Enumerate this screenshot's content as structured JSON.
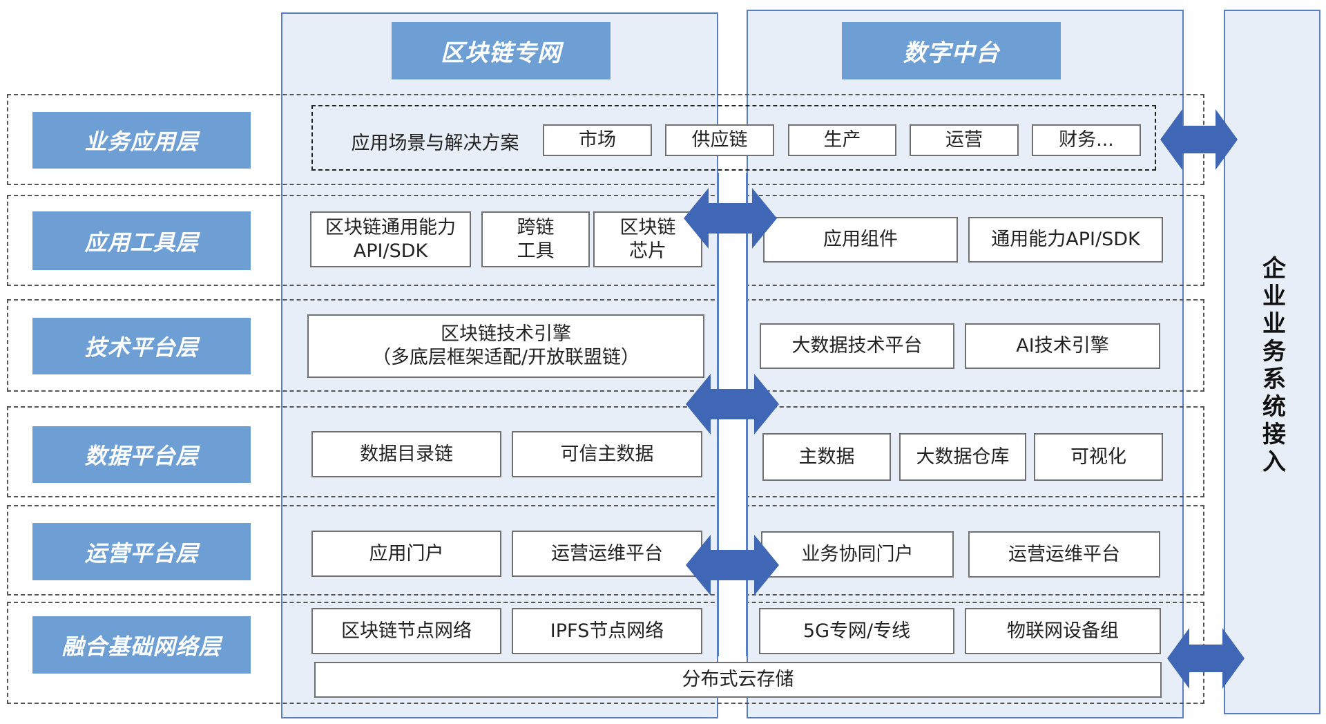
{
  "columns": {
    "left_header": "区块链专网",
    "right_header": "数字中台"
  },
  "layers": [
    {
      "label": "业务应用层"
    },
    {
      "label": "应用工具层"
    },
    {
      "label": "技术平台层"
    },
    {
      "label": "数据平台层"
    },
    {
      "label": "运营平台层"
    },
    {
      "label": "融合基础网络层"
    }
  ],
  "business": {
    "title": "应用场景与解决方案",
    "items": [
      "市场",
      "供应链",
      "生产",
      "运营",
      "财务..."
    ]
  },
  "tools": {
    "left": [
      "区块链通用能力\nAPI/SDK",
      "跨链\n工具",
      "区块链\n芯片"
    ],
    "right": [
      "应用组件",
      "通用能力API/SDK"
    ]
  },
  "tech": {
    "left": "区块链技术引擎\n（多底层框架适配/开放联盟链）",
    "right": [
      "大数据技术平台",
      "AI技术引擎"
    ]
  },
  "data_layer": {
    "left": [
      "数据目录链",
      "可信主数据"
    ],
    "right": [
      "主数据",
      "大数据仓库",
      "可视化"
    ]
  },
  "ops": {
    "left": [
      "应用门户",
      "运营运维平台"
    ],
    "right": [
      "业务协同门户",
      "运营运维平台"
    ]
  },
  "network": {
    "left": [
      "区块链节点网络",
      "IPFS节点网络"
    ],
    "right": [
      "5G专网/专线",
      "物联网设备组"
    ],
    "bottom": "分布式云存储"
  },
  "enterprise": "企业业务系统接入",
  "colors": {
    "accent": "#6d9fd5",
    "column_bg": "#e8eef7",
    "arrow": "#3f67b5"
  }
}
